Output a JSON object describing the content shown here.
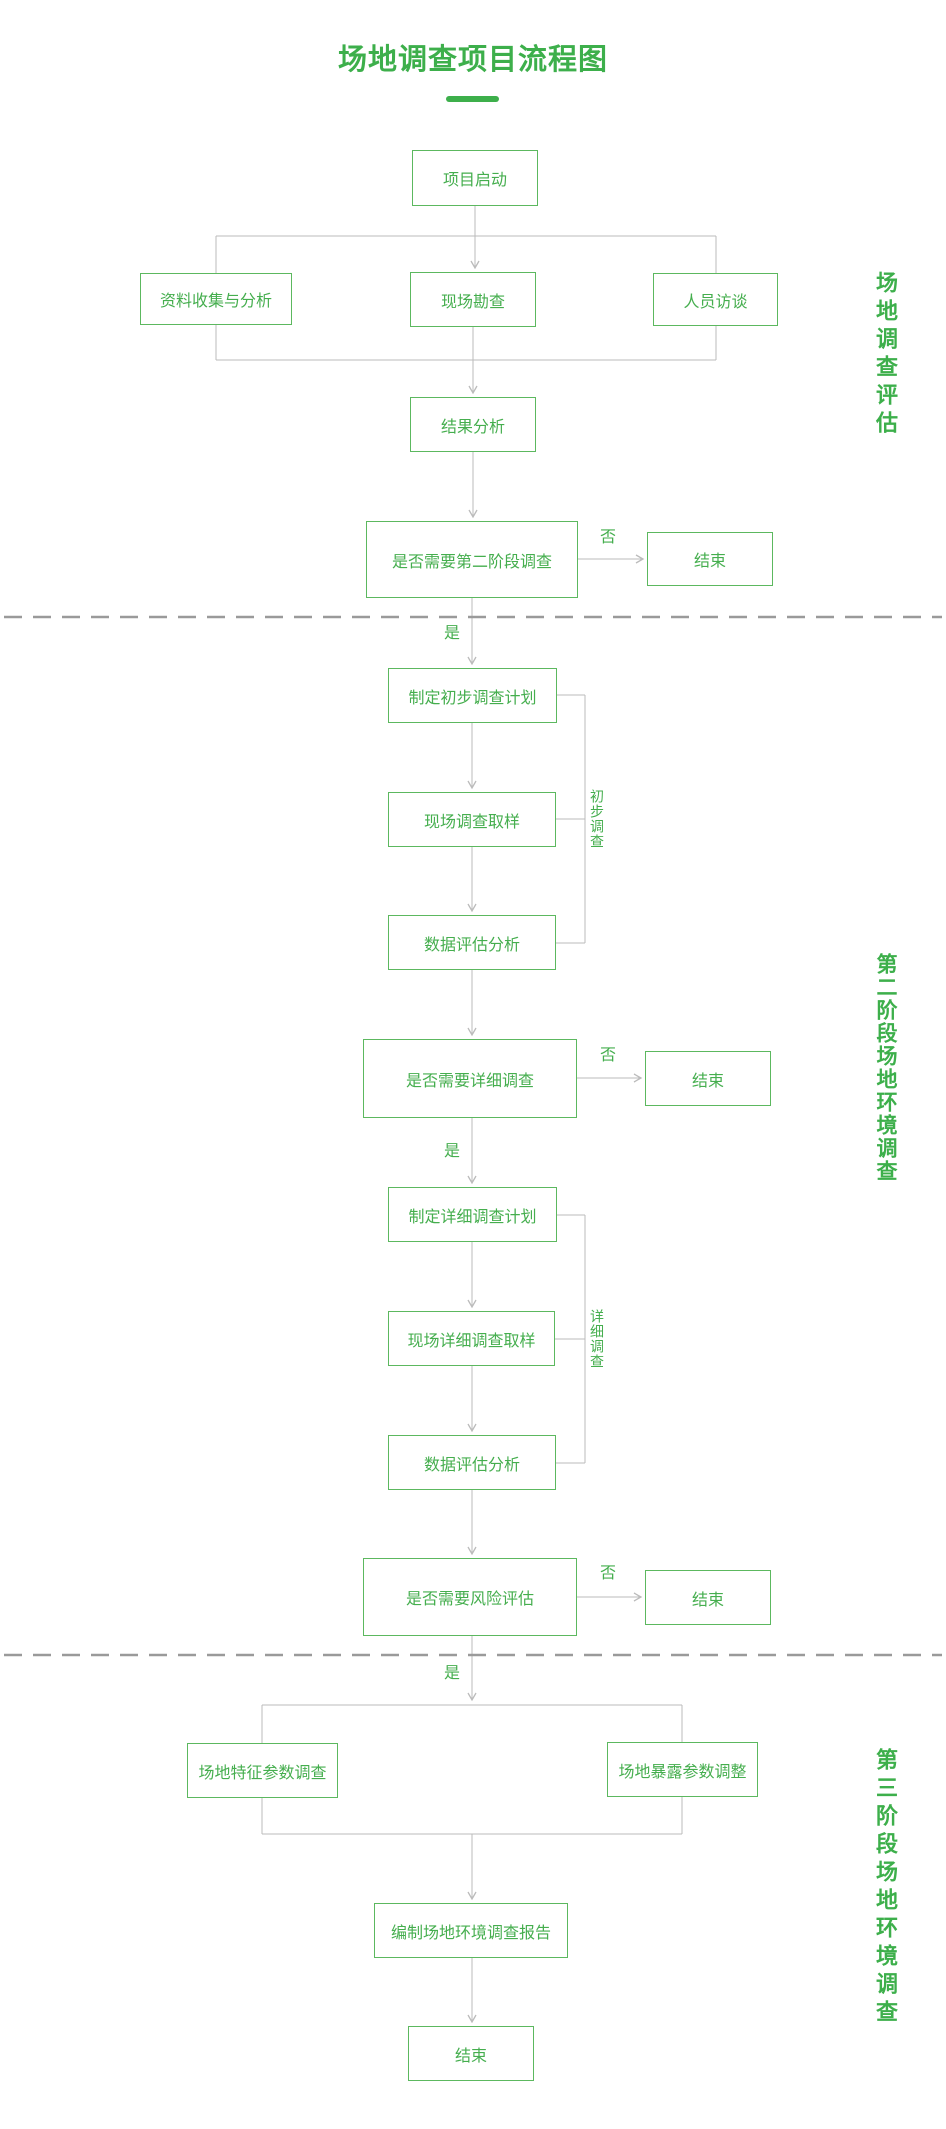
{
  "title": "场地调查项目流程图",
  "colors": {
    "green_text": "#45ae4e",
    "green_border": "#5cb85f",
    "green_title": "#3daf4b",
    "connector_gray": "#bbbbbb",
    "dashed_gray": "#9a9a9a",
    "background": "#ffffff"
  },
  "nodes": {
    "start": "项目启动",
    "collect": "资料收集与分析",
    "survey": "现场勘查",
    "interview": "人员访谈",
    "result": "结果分析",
    "decision1": "是否需要第二阶段调查",
    "end1": "结束",
    "plan_prelim": "制定初步调查计划",
    "sample_prelim": "现场调查取样",
    "eval_prelim": "数据评估分析",
    "decision2": "是否需要详细调查",
    "end2": "结束",
    "plan_detail": "制定详细调查计划",
    "sample_detail": "现场详细调查取样",
    "eval_detail": "数据评估分析",
    "decision3": "是否需要风险评估",
    "end3": "结束",
    "param_survey": "场地特征参数调查",
    "param_adjust": "场地暴露参数调整",
    "report": "编制场地环境调查报告",
    "end_final": "结束"
  },
  "edge_labels": {
    "no": "否",
    "yes": "是"
  },
  "brackets": {
    "prelim": "初步调查",
    "detail": "详细调查"
  },
  "side_labels": {
    "phase1": "场地调查评估",
    "phase2": "第二阶段场地环境调查",
    "phase3": "第三阶段场地环境调查"
  }
}
